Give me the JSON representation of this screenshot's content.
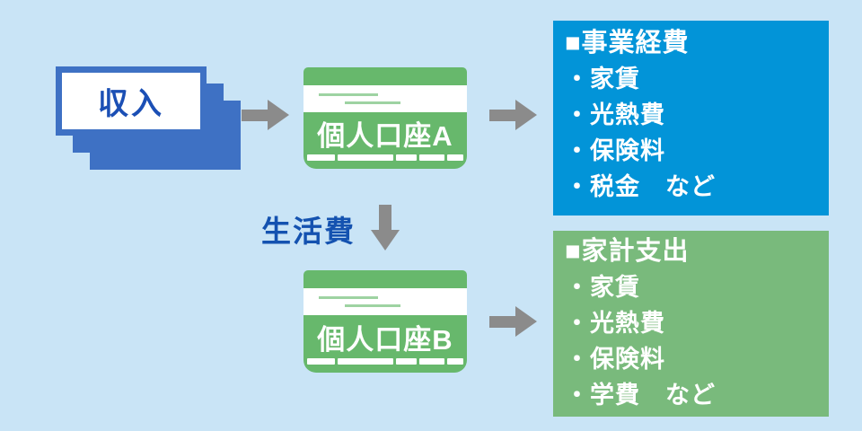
{
  "income": {
    "label": "収入"
  },
  "flow": {
    "living_expenses_label": "生活費"
  },
  "passbooks": [
    {
      "label": "個人口座A"
    },
    {
      "label": "個人口座B"
    }
  ],
  "expense_boxes": [
    {
      "heading": "■事業経費",
      "items": [
        "・家賃",
        "・光熱費",
        "・保険料",
        "・税金　など"
      ],
      "color": "#0294d8"
    },
    {
      "heading": "■家計支出",
      "items": [
        "・家賃",
        "・光熱費",
        "・保険料",
        "・学費　など"
      ],
      "color": "#79ba7c"
    }
  ],
  "icons": {
    "arrow-right-icon": "➡",
    "arrow-down-icon": "⬇"
  },
  "colors": {
    "background": "#c9e4f6",
    "card_blue": "#3e71c4",
    "label_text_blue": "#1b4fb5",
    "arrow_gray": "#8b8b8b",
    "business_box_blue": "#0294d8",
    "household_box_green": "#79ba7c",
    "passbook_green": "#67b86c",
    "passbook_line_green": "#9ed3a2",
    "text_white": "#ffffff"
  }
}
